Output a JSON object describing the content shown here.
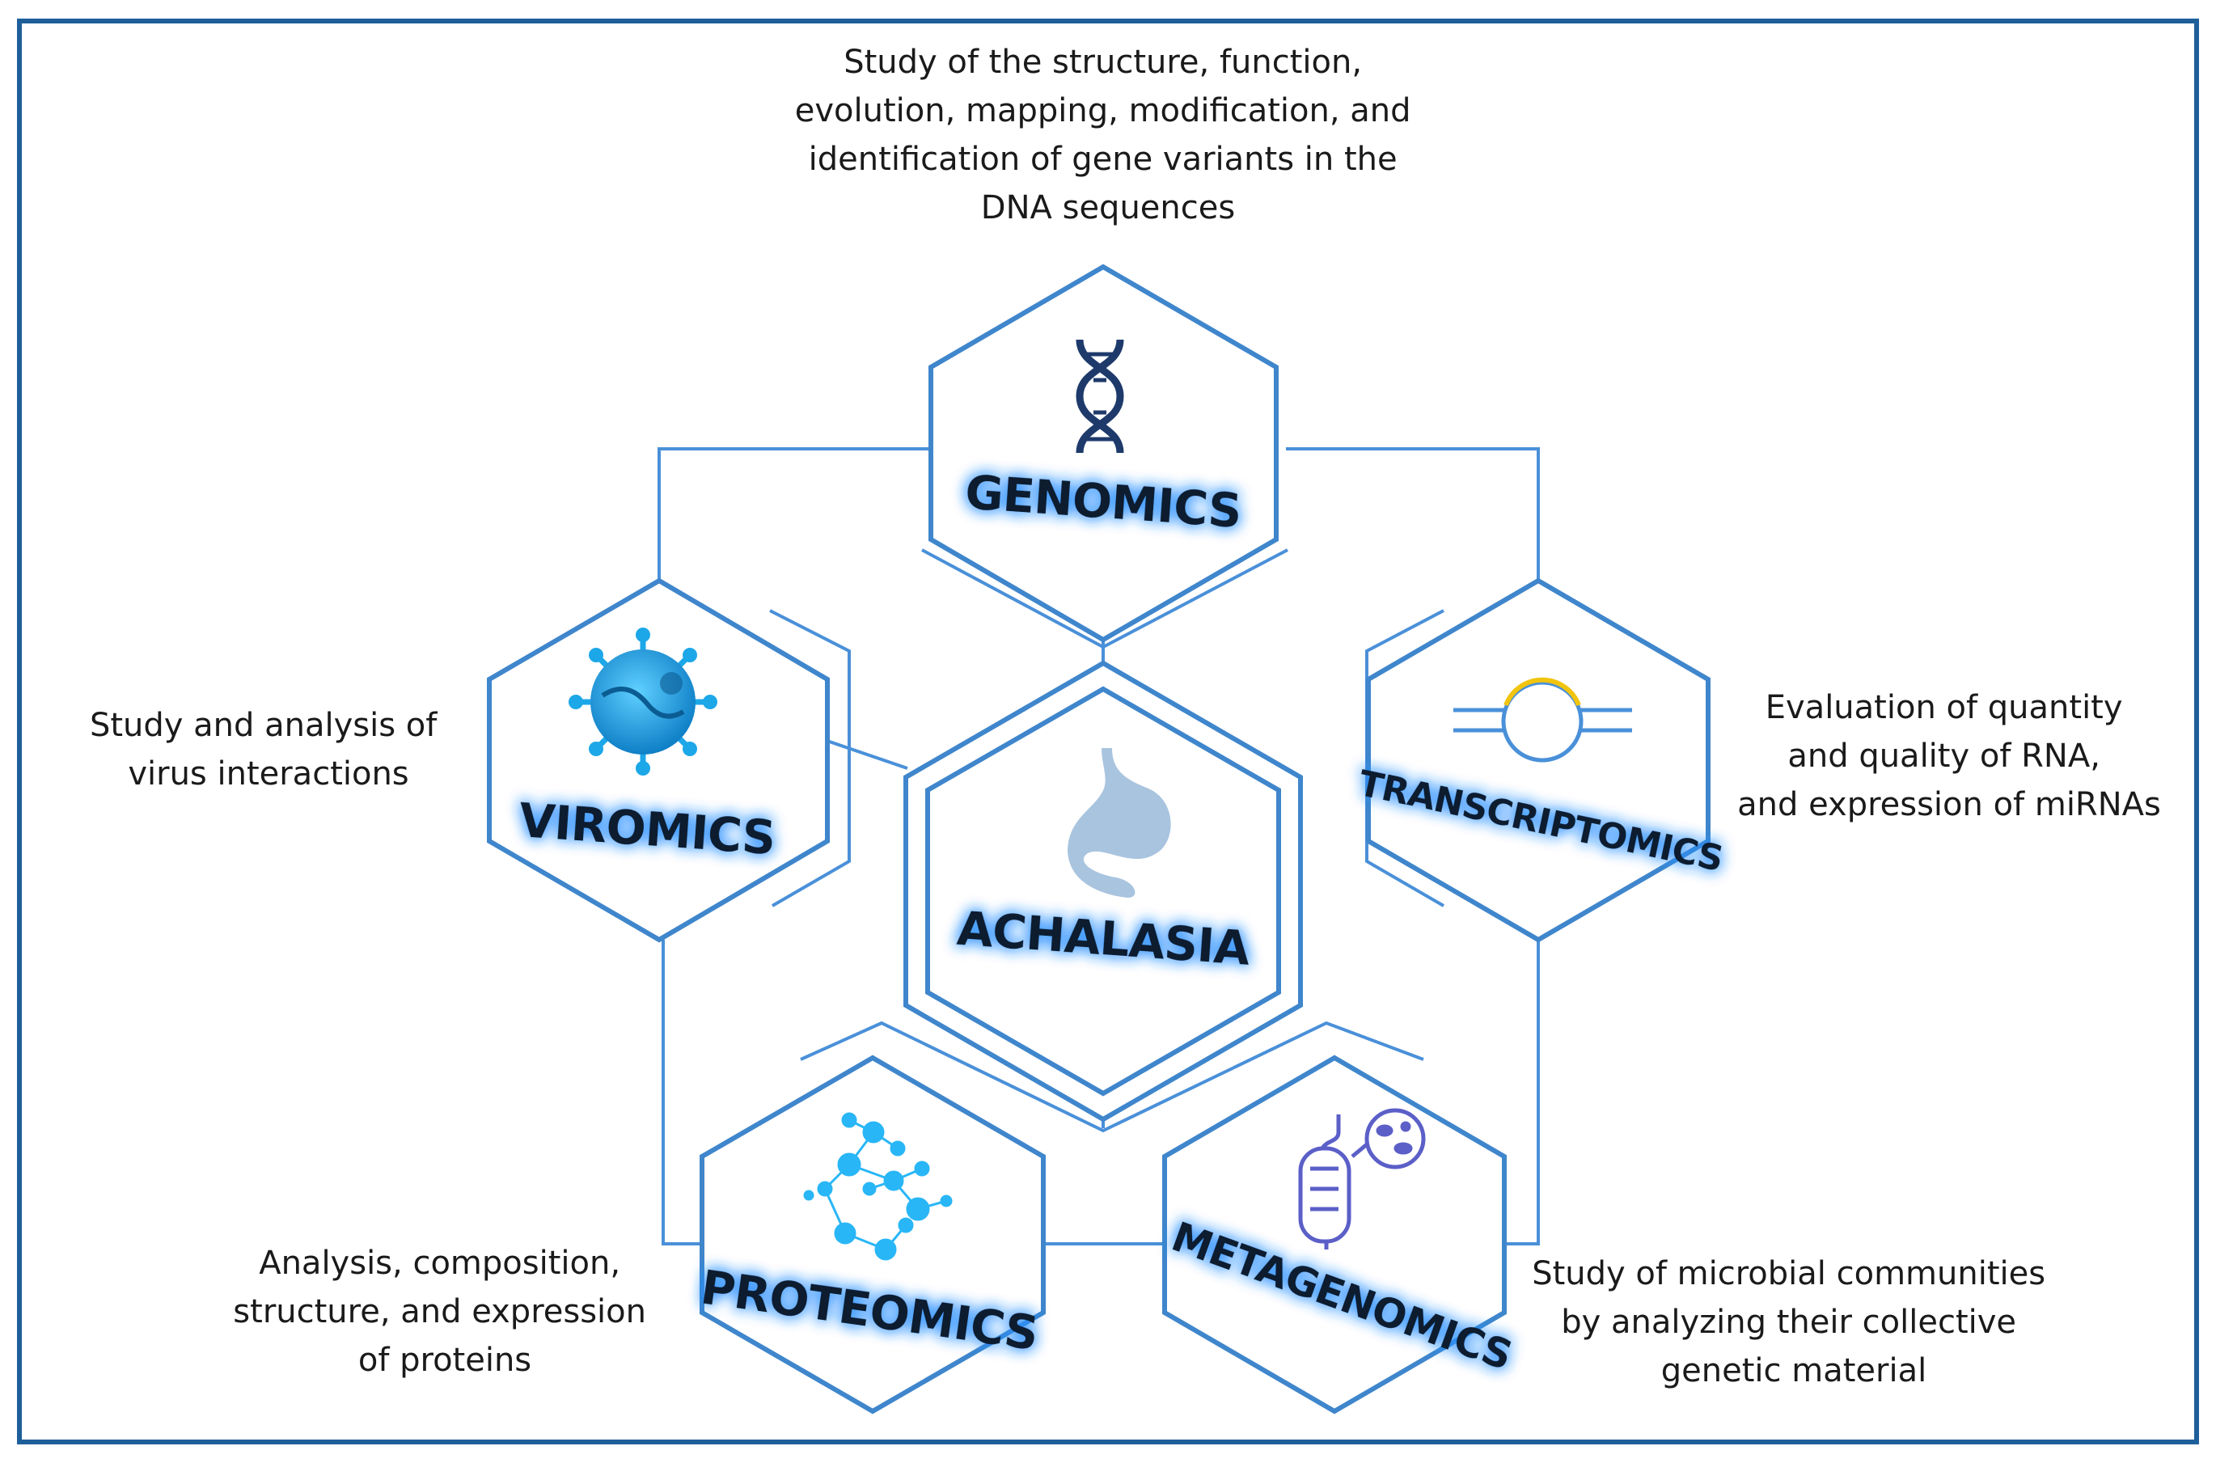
{
  "center": {
    "label": "ACHALASIA",
    "icon": "stomach-icon"
  },
  "nodes": [
    {
      "id": "genomics",
      "label": "GENOMICS",
      "icon": "dna-icon",
      "description": [
        "Study of the structure, function,",
        "evolution, mapping, modification, and",
        "identification of gene variants in the",
        "DNA sequences"
      ]
    },
    {
      "id": "viromics",
      "label": "VIROMICS",
      "icon": "virus-icon",
      "description": [
        "Study and analysis of",
        "virus interactions"
      ]
    },
    {
      "id": "transcriptomics",
      "label": "TRANSCRIPTOMICS",
      "icon": "rna-bubble-icon",
      "description": [
        "Evaluation of quantity",
        "and quality of RNA,",
        "and expression of miRNAs"
      ]
    },
    {
      "id": "proteomics",
      "label": "PROTEOMICS",
      "icon": "molecule-network-icon",
      "description": [
        "Analysis, composition,",
        "structure, and  expression",
        "of proteins"
      ]
    },
    {
      "id": "metagenomics",
      "label": "METAGENOMICS",
      "icon": "gut-microbiome-icon",
      "description": [
        "Study of microbial communities",
        "by analyzing their collective",
        "genetic material"
      ]
    }
  ],
  "colors": {
    "frame": "#1e5f9a",
    "hex_stroke": "#3f86cc",
    "connector": "#4a90d9",
    "label_glow": "#2b8fff",
    "virus": "#1ca7e8",
    "molecule": "#29b6f6",
    "dna": "#1e3a6b",
    "rna": "#f1c40f",
    "gut": "#5b5fc7",
    "stomach": "#a9c4df"
  }
}
